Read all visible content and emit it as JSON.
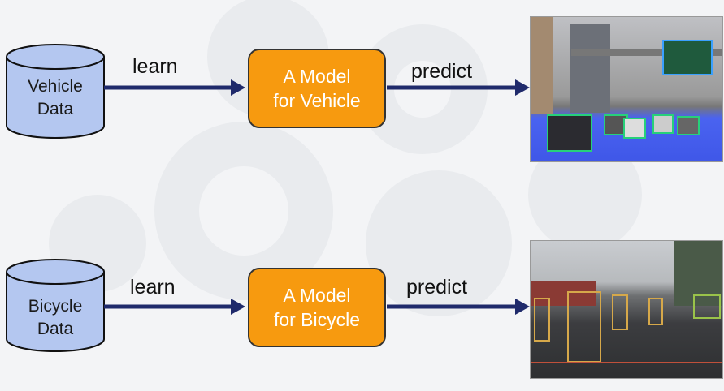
{
  "colors": {
    "cylinder": "#b4c7f0",
    "box": "#f79a0f",
    "arrow": "#1f2a6b"
  },
  "rows": [
    {
      "data_line1": "Vehicle",
      "data_line2": "Data",
      "learn": "learn",
      "model_line1": "A Model",
      "model_line2": "for Vehicle",
      "predict": "predict",
      "image": "vehicle-detection-photo"
    },
    {
      "data_line1": "Bicycle",
      "data_line2": "Data",
      "learn": "learn",
      "model_line1": "A Model",
      "model_line2": "for Bicycle",
      "predict": "predict",
      "image": "bicycle-detection-photo"
    }
  ]
}
